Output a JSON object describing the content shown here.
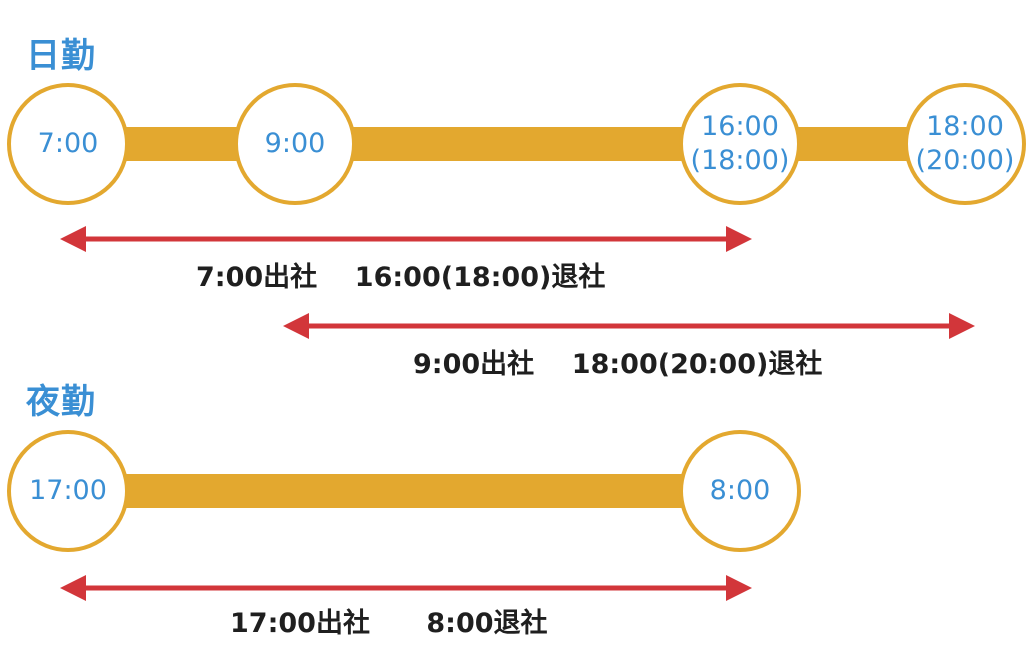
{
  "day": {
    "title": "日勤",
    "times": [
      {
        "main": "7:00",
        "sub": ""
      },
      {
        "main": "9:00",
        "sub": ""
      },
      {
        "main": "16:00",
        "sub": "(18:00)"
      },
      {
        "main": "18:00",
        "sub": "(20:00)"
      }
    ],
    "spans": [
      {
        "start": "7:00出社",
        "end": "16:00(18:00)退社"
      },
      {
        "start": "9:00出社",
        "end": "18:00(20:00)退社"
      }
    ]
  },
  "night": {
    "title": "夜勤",
    "times": [
      {
        "main": "17:00",
        "sub": ""
      },
      {
        "main": "8:00",
        "sub": ""
      }
    ],
    "span": {
      "start": "17:00出社",
      "end": "8:00退社"
    }
  },
  "colors": {
    "title": "#3a8fd4",
    "timeline": "#e3a82f",
    "arrow": "#d2363a",
    "caption": "#1f1f1f"
  }
}
